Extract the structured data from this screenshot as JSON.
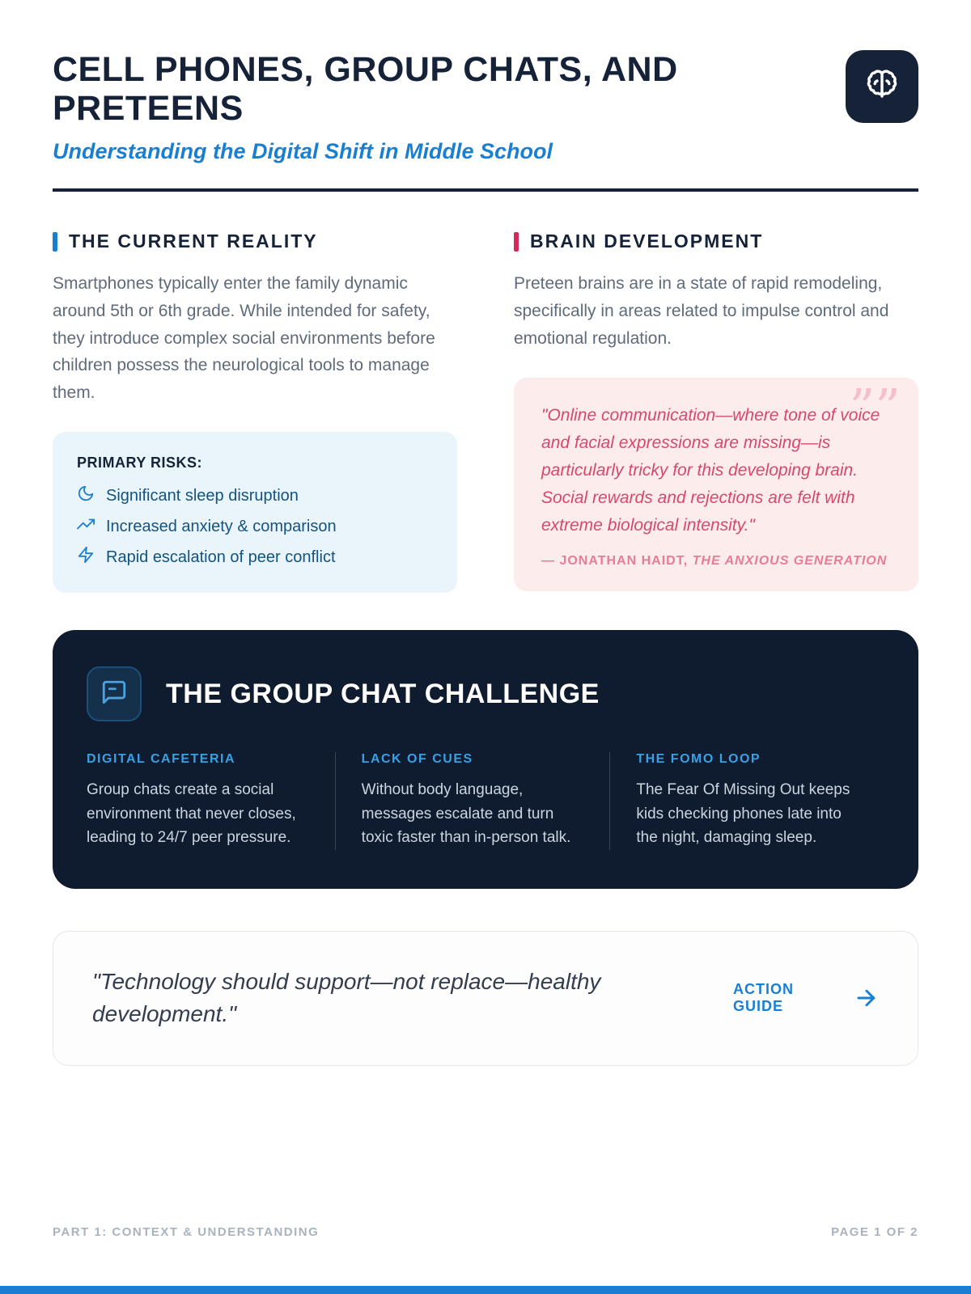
{
  "colors": {
    "navy": "#0f1b2e",
    "heading_navy": "#152238",
    "accent_blue": "#1b7fd1",
    "light_blue_heading": "#38a1e5",
    "accent_red": "#d6295a",
    "pink_text": "#d6496b",
    "risks_bg": "#e9f4fb",
    "quote_bg": "#fdecec"
  },
  "header": {
    "title": "CELL PHONES, GROUP CHATS, AND PRETEENS",
    "subtitle": "Understanding the Digital Shift in Middle School",
    "badge_icon": "brain-icon"
  },
  "current_reality": {
    "heading": "THE CURRENT REALITY",
    "body": "Smartphones typically enter the family dynamic around 5th or 6th grade. While intended for safety, they introduce complex social environments before children possess the neurological tools to manage them.",
    "risks": {
      "title": "PRIMARY RISKS:",
      "items": [
        {
          "icon": "moon-icon",
          "label": "Significant sleep disruption"
        },
        {
          "icon": "trending-up-icon",
          "label": "Increased anxiety & comparison"
        },
        {
          "icon": "zap-icon",
          "label": "Rapid escalation of peer conflict"
        }
      ]
    }
  },
  "brain_development": {
    "heading": "BRAIN DEVELOPMENT",
    "body": "Preteen brains are in a state of rapid remodeling, specifically in areas related to impulse control and emotional regulation.",
    "quote": {
      "mark": "”",
      "text": "\"Online communication—where tone of voice and facial expressions are missing—is particularly tricky for this developing brain. Social rewards and rejections are felt with extreme biological intensity.\"",
      "attribution_name": "— JONATHAN HAIDT,",
      "attribution_source": "THE ANXIOUS GENERATION"
    }
  },
  "group_chat": {
    "icon": "chat-bubble-icon",
    "title": "THE GROUP CHAT CHALLENGE",
    "columns": [
      {
        "heading": "DIGITAL CAFETERIA",
        "body": "Group chats create a social environment that never closes, leading to 24/7 peer pressure."
      },
      {
        "heading": "LACK OF CUES",
        "body": "Without body language, messages escalate and turn toxic faster than in-person talk."
      },
      {
        "heading": "THE FOMO LOOP",
        "body": "The Fear Of Missing Out keeps kids checking phones late into the night, damaging sleep."
      }
    ]
  },
  "cta": {
    "quote": "\"Technology should support—not replace—healthy development.\"",
    "action_label": "ACTION GUIDE",
    "action_icon": "arrow-right-icon"
  },
  "footer": {
    "left": "PART 1: CONTEXT & UNDERSTANDING",
    "right": "PAGE 1 OF 2"
  }
}
